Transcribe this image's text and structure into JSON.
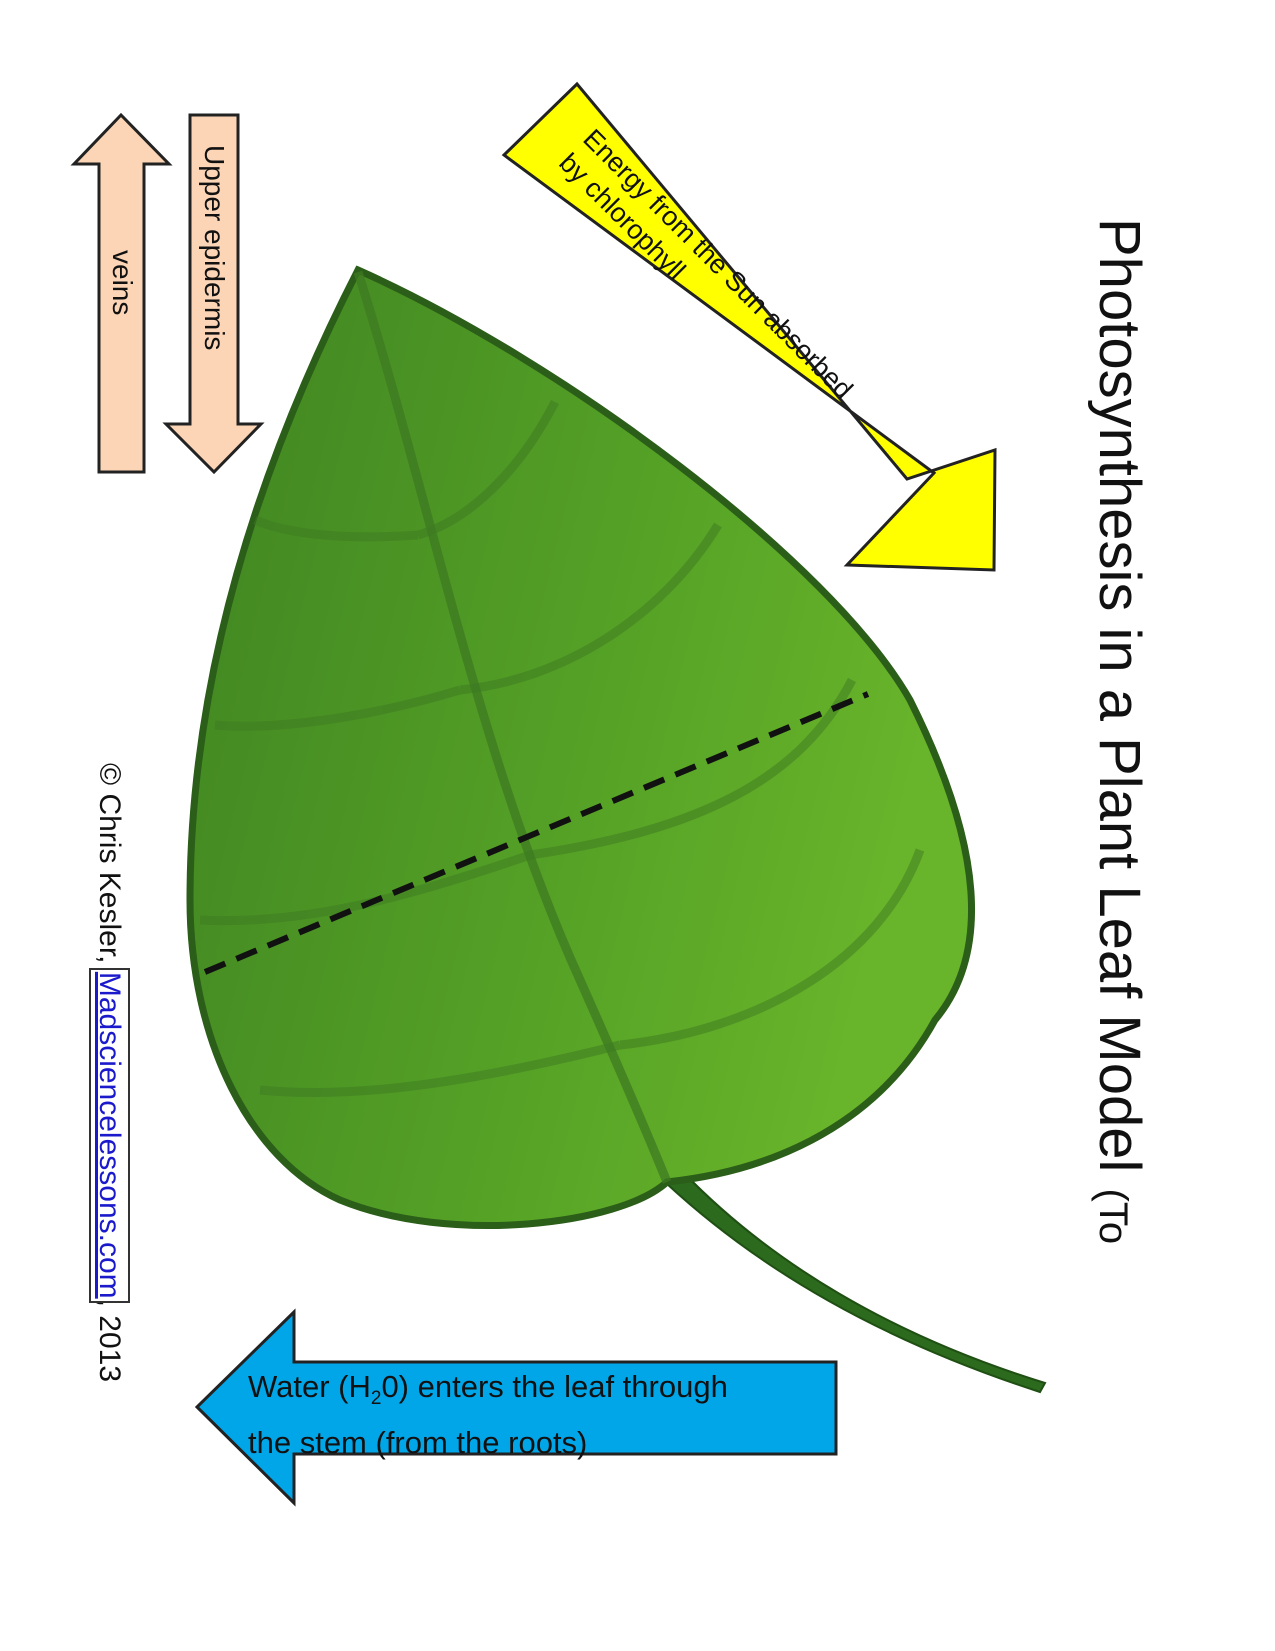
{
  "title": {
    "main": "Photosynthesis in a Plant Leaf Model",
    "suffix": "(To"
  },
  "labels": {
    "veins": "veins",
    "upper_epidermis": "Upper epidermis",
    "sun_line1": "Energy from the Sun absorbed",
    "sun_line2": "by chlorophyll",
    "water_line1_a": "Water (H",
    "water_sub": "2",
    "water_line1_b": "0) enters the leaf through",
    "water_line2": "the  stem (from the roots)"
  },
  "credit": {
    "prefix": "© Chris Kesler, ",
    "link": "Madsciencelessons.com",
    "suffix": ", 2013"
  },
  "colors": {
    "leaf_dark": "#2f6a1c",
    "leaf_mid": "#4f9a26",
    "leaf_light": "#6cb52a",
    "vein": "#3d7a22",
    "sun_arrow": "#ffff00",
    "water_arrow": "#00a6e8",
    "label_arrow": "#fbd5b5",
    "link": "#1a1acc"
  }
}
